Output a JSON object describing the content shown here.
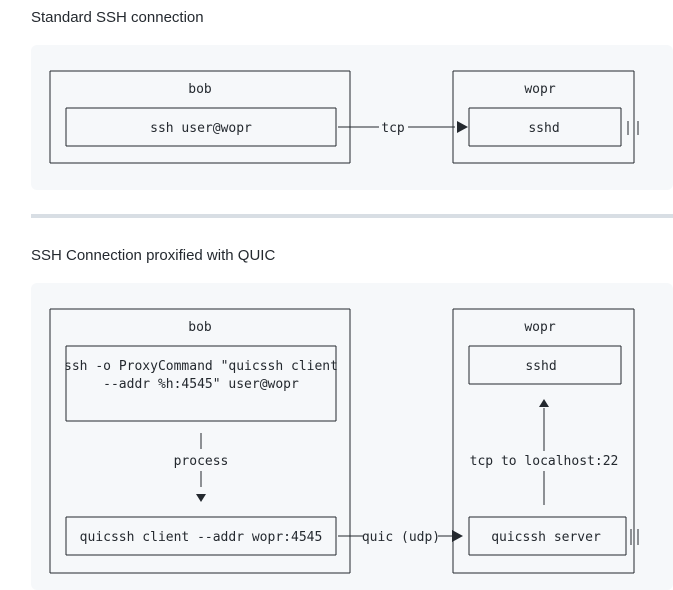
{
  "section1": {
    "heading": "Standard SSH connection",
    "bob_label": "bob",
    "wopr_label": "wopr",
    "client_cmd": "ssh user@wopr",
    "edge_label": "tcp",
    "server_label": "sshd"
  },
  "section2": {
    "heading": "SSH Connection proxified with QUIC",
    "bob_label": "bob",
    "wopr_label": "wopr",
    "client_cmd_line1": "ssh -o ProxyCommand \"quicssh client",
    "client_cmd_line2": "--addr %h:4545\" user@wopr",
    "process_label": "process",
    "quic_client": "quicssh client --addr wopr:4545",
    "edge_label": "quic (udp)",
    "quic_server": "quicssh server",
    "tcp_label": "tcp to localhost:22",
    "sshd_label": "sshd"
  }
}
